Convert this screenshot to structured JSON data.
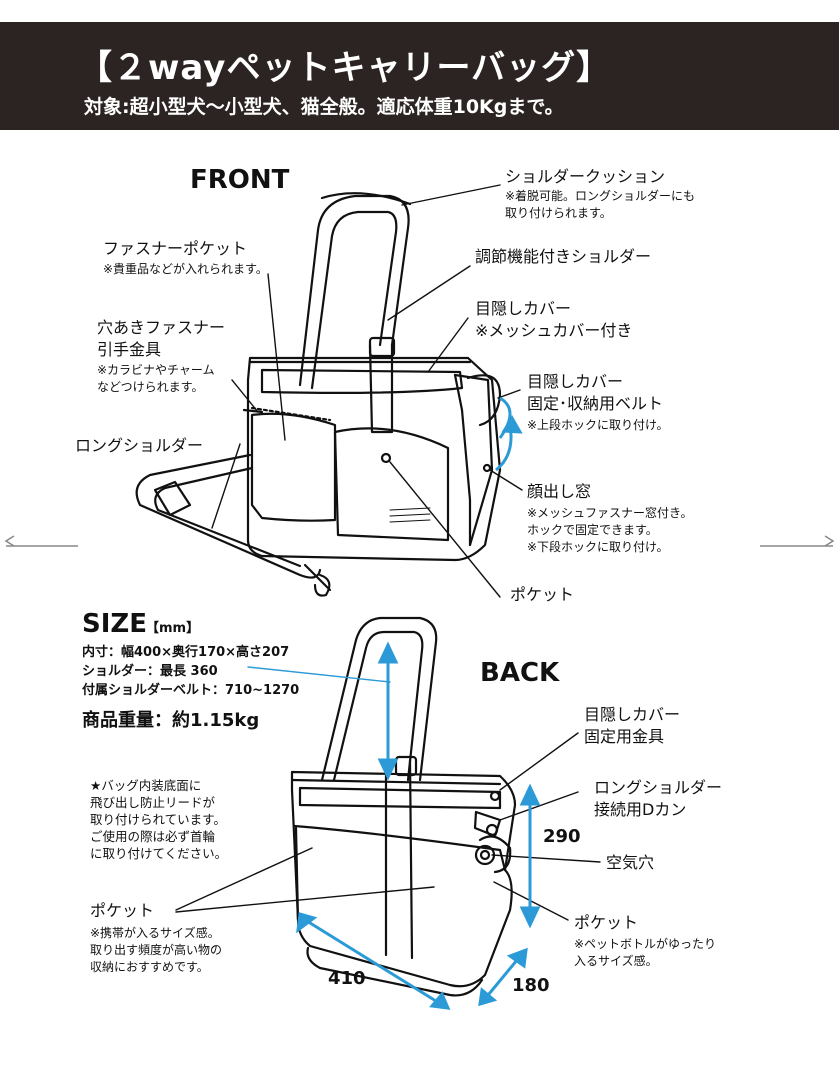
{
  "header": {
    "title": "【２wayペットキャリーバッグ】",
    "subtitle": "対象:超小型犬〜小型犬、猫全般。適応体重10Kgまで。"
  },
  "front": {
    "heading": "FRONT",
    "callouts": {
      "shoulder_cushion": {
        "label": "ショルダークッション",
        "notes": [
          "※着脱可能。ロングショルダーにも",
          "取り付けられます。"
        ]
      },
      "zipper_pocket": {
        "label": "ファスナーポケット",
        "notes": [
          "※貴重品などが入れられます。"
        ]
      },
      "adjustable_shoulder": {
        "label": "調節機能付きショルダー"
      },
      "eye_cover": {
        "label": "目隠しカバー",
        "sub": "※メッシュカバー付き"
      },
      "zipper_pull": {
        "label_lines": [
          "穴あきファスナー",
          "引手金具"
        ],
        "notes": [
          "※カラビナやチャーム",
          "などつけられます。"
        ]
      },
      "cover_belt": {
        "label_lines": [
          "目隠しカバー",
          "固定･収納用ベルト"
        ],
        "notes": [
          "※上段ホックに取り付け。"
        ]
      },
      "long_shoulder": {
        "label": "ロングショルダー"
      },
      "face_window": {
        "label": "顔出し窓",
        "notes": [
          "※メッシュファスナー窓付き。",
          "ホックで固定できます。",
          "※下段ホックに取り付け。"
        ]
      },
      "pocket": {
        "label": "ポケット"
      }
    }
  },
  "size": {
    "heading": "SIZE",
    "unit": "【mm】",
    "lines": [
      "内寸：幅400×奥行170×高さ207",
      "ショルダー：最長 360",
      "付属ショルダーベルト：710~1270"
    ],
    "weight": "商品重量：約1.15kg",
    "note_lines": [
      "★バッグ内装底面に",
      "飛び出し防止リードが",
      "取り付けられています。",
      "ご使用の際は必ず首輪",
      "に取り付けてください。"
    ]
  },
  "back": {
    "heading": "BACK",
    "callouts": {
      "cover_hardware": {
        "label_lines": [
          "目隠しカバー",
          "固定用金具"
        ]
      },
      "d_ring": {
        "label_lines": [
          "ロングショルダー",
          "接続用Dカン"
        ]
      },
      "air_hole": {
        "label": "空気穴"
      },
      "pocket_left": {
        "label": "ポケット",
        "notes": [
          "※携帯が入るサイズ感。",
          "取り出す頻度が高い物の",
          "収納におすすめです。"
        ]
      },
      "pocket_right": {
        "label": "ポケット",
        "notes": [
          "※ペットボトルがゆったり",
          "入るサイズ感。"
        ]
      }
    },
    "dims": {
      "height": "290",
      "width": "410",
      "depth": "180"
    }
  },
  "colors": {
    "header_bg": "#2b2422",
    "accent_blue": "#2b9ad6",
    "line": "#111111"
  }
}
